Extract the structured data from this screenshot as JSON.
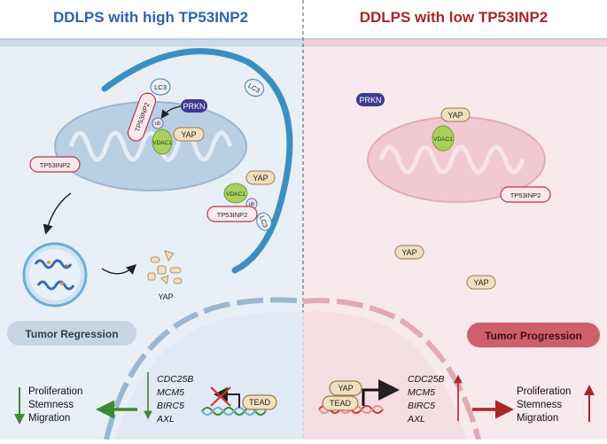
{
  "panels": {
    "left": {
      "title": "DDLPS with high TP53INP2",
      "color": "#2f63b0"
    },
    "right": {
      "title": "DDLPS with low TP53INP2",
      "color": "#a8262a"
    }
  },
  "labels": {
    "lc3": "LC3",
    "tp53inp2": "TP53INP2",
    "prkn": "PRKN",
    "ub": "ub",
    "vdac1": "VDAC1",
    "yap": "YAP",
    "tead": "TEAD",
    "yap_fragments": "YAP"
  },
  "outcomes": {
    "left": "Tumor Regression",
    "right": "Tumor Progression"
  },
  "genes": [
    "CDC25B",
    "MCM5",
    "BIRC5",
    "AXL"
  ],
  "phenotypes": [
    "Proliferation",
    "Stemness",
    "Migration"
  ],
  "colors": {
    "left_bg": "#e9eff7",
    "right_bg": "#f7e9ec",
    "membrane_blue": "#3b8fc0",
    "mito_blue": "#b9cfe4",
    "mito_pink": "#f1c9d1",
    "arrow_green": "#3f8a2f",
    "arrow_red": "#a8262a",
    "prkn": "#3b3b8f",
    "yap_fill": "#f2dfc0"
  }
}
